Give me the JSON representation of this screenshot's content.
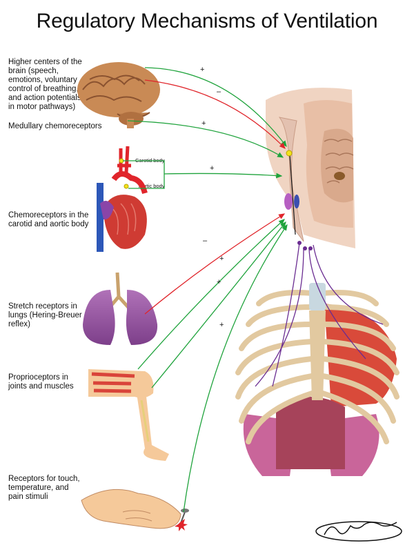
{
  "title": "Regulatory Mechanisms of Ventilation",
  "labels": {
    "higher_centers": "Higher centers of the brain (speech, emotions, voluntary control of breathing, and action potentials in motor pathways)",
    "medullary": "Medullary chemoreceptors",
    "chemoreceptors": "Chemoreceptors in the carotid and aortic body",
    "carotid_body": "Carotid body",
    "aortic_body": "Aortic body",
    "stretch": "Stretch receptors in lungs (Hering-Breuer reflex)",
    "proprio": "Proprioceptors in joints and muscles",
    "touch": "Receptors for touch, temperature, and pain stimuli"
  },
  "signs": {
    "higher_plus": "+",
    "higher_minus": "–",
    "medullary": "+",
    "chemo": "+",
    "stretch": "–",
    "proprio_1": "+",
    "proprio_2": "+",
    "touch": "+"
  },
  "colors": {
    "excitatory": "#1fa33c",
    "inhibitory": "#e0252b",
    "motor_nerve": "#6a2c91",
    "bone": "#e2c9a0",
    "muscle": "#d94a3a",
    "lung": "#9b5aa5",
    "brain": "#c98a55"
  }
}
